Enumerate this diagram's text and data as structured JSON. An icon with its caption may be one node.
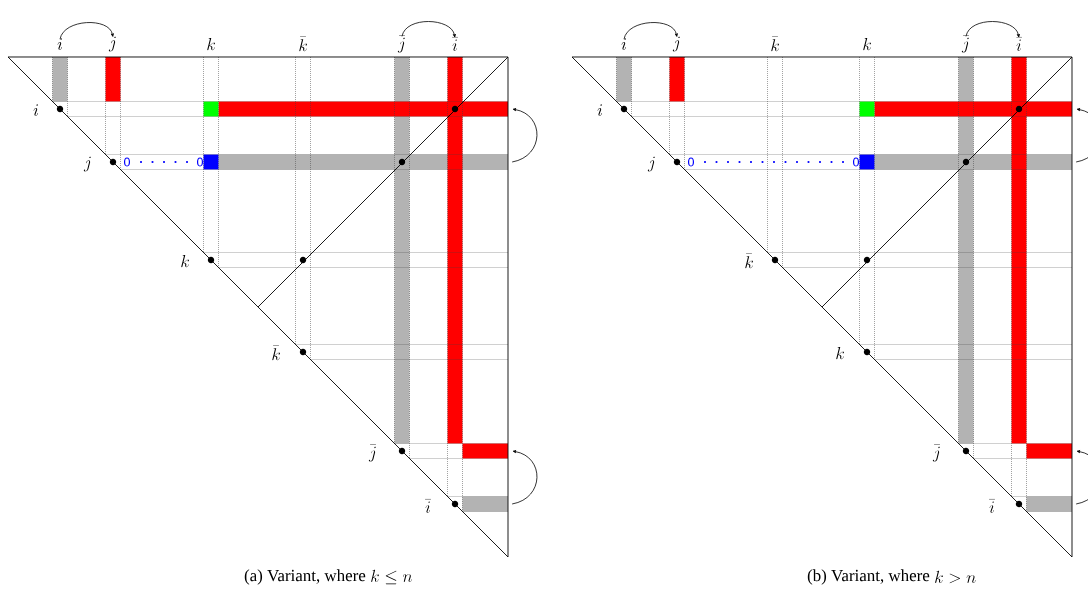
{
  "diagram": {
    "nodes": [
      {
        "text": [
          "i"
        ]
      },
      {
        "text": [
          "j"
        ]
      },
      {
        "text": [
          "\\bar{j}"
        ]
      },
      {
        "text": [
          "\\bar{i}"
        ]
      },
      {
        "text": [],
        "shape": "bar"
      },
      {
        "text": [],
        "shape": "bar"
      },
      {
        "text": [],
        "shape": "bar"
      },
      {
        "text": [],
        "shape": "bar"
      },
      {
        "text": [
          "i"
        ]
      },
      {
        "text": [
          "j"
        ]
      },
      {
        "text": [
          "\\bar{j}"
        ]
      },
      {
        "text": [
          "\\bar{i}"
        ]
      },
      {
        "text": [],
        "shape": "bar"
      },
      {
        "text": [],
        "shape": "bar"
      },
      {
        "text": [],
        "shape": "bar"
      },
      {
        "text": [],
        "shape": "bar"
      }
    ],
    "edges": [
      {
        "from": 0,
        "to": 1,
        "arrow": "to"
      },
      {
        "from": 2,
        "to": 3,
        "arrow": "to"
      },
      {
        "from": 5,
        "to": 4,
        "arrow": "to"
      },
      {
        "from": 7,
        "to": 6,
        "arrow": "to"
      },
      {
        "from": 8,
        "to": 9,
        "arrow": "to"
      },
      {
        "from": 10,
        "to": 11,
        "arrow": "to"
      },
      {
        "from": 13,
        "to": 12,
        "arrow": "to"
      },
      {
        "from": 15,
        "to": 14,
        "arrow": "to"
      }
    ],
    "labels": [
      "k",
      "\\bar{k}",
      "i",
      "j",
      "0",
      "0",
      "k",
      "\\bar{k}",
      "\\bar{j}",
      "\\bar{i}",
      "(a) Variant, where",
      "k \\le n",
      "\\bar{k}",
      "k",
      "i",
      "j",
      "0",
      "0",
      "\\bar{k}",
      "k",
      "\\bar{j}",
      "\\bar{i}",
      "(b) Variant, where",
      "k > n"
    ]
  }
}
